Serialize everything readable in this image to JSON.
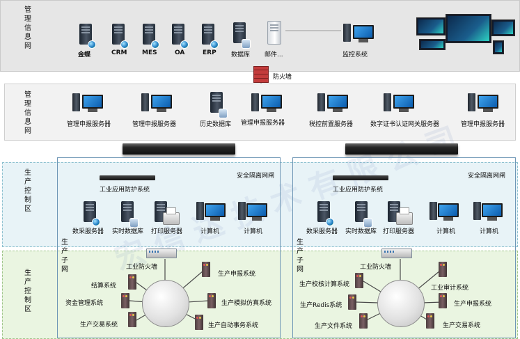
{
  "sections": {
    "top_label": "管理信息网",
    "mgmt2_label": "管理信息网",
    "ctrl_label": "生产控制区",
    "prod_label": "生产控制区",
    "subnet_left": "生产子网",
    "subnet_right": "生产子网"
  },
  "top_systems": [
    "金蝶",
    "CRM",
    "MES",
    "OA",
    "ERP",
    "数据库",
    "邮件...",
    "监控系统"
  ],
  "firewall_label": "防火墙",
  "mgmt_servers": [
    "管理申报服务器",
    "管理申报服务器",
    "历史数据库",
    "管理申报服务器",
    "税控前置服务器",
    "数字证书认证网关服务器",
    "管理申报服务器"
  ],
  "left": {
    "gap_label": "安全隔离网闸",
    "ind_label": "工业应用防护系统",
    "devices": [
      "数采服务器",
      "实时数据库",
      "打印服务器",
      "计算机",
      "计算机"
    ],
    "fw_label": "工业防火墙",
    "systems_left": [
      "结算系统",
      "资金管理系统",
      "生产交易系统"
    ],
    "systems_right": [
      "生产申报系统",
      "生产模拟仿真系统",
      "生产自动事务系统"
    ]
  },
  "right": {
    "gap_label": "安全隔离网闸",
    "ind_label": "工业应用防护系统",
    "devices": [
      "数采服务器",
      "实时数据库",
      "打印服务器",
      "计算机",
      "计算机"
    ],
    "fw_label": "工业防火墙",
    "systems_left": [
      "生产校核计算系统",
      "生产Redis系统",
      "生产文件系统"
    ],
    "systems_right": [
      "工业审计系统",
      "生产申报系统",
      "生产交易系统"
    ]
  }
}
